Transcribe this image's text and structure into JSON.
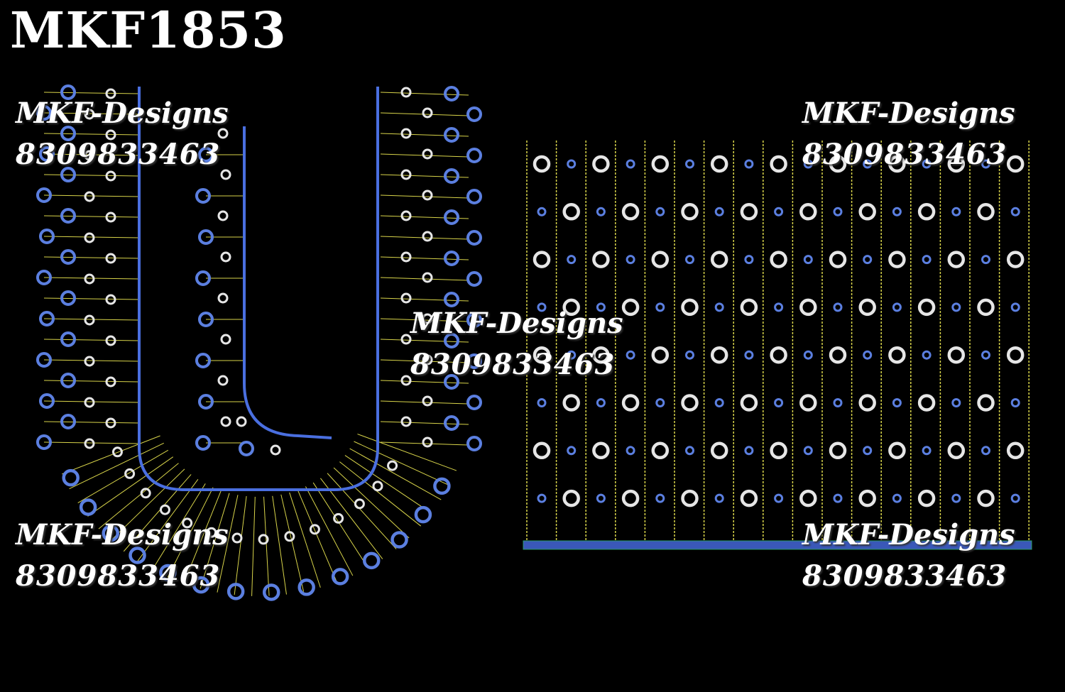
{
  "design_code": "MKF1853",
  "watermarks": [
    {
      "brand": "MKF-Designs",
      "phone": "8309833463"
    },
    {
      "brand": "MKF-Designs",
      "phone": "8309833463"
    },
    {
      "brand": "MKF-Designs",
      "phone": "8309833463"
    },
    {
      "brand": "MKF-Designs",
      "phone": "8309833463"
    },
    {
      "brand": "MKF-Designs",
      "phone": "8309833463"
    }
  ],
  "colors": {
    "background": "#000000",
    "blue_sequin": "#5b7fe0",
    "white_sequin": "#e6e6e6",
    "thread": "#d8d44a",
    "outline": "#4a6fe0"
  }
}
